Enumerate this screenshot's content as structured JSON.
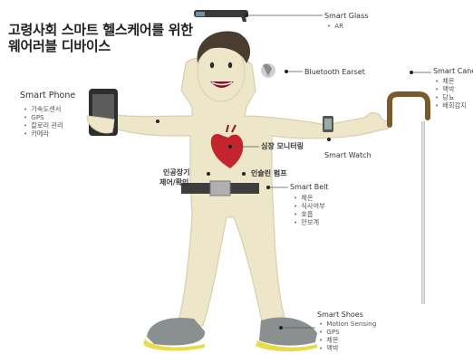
{
  "title": [
    "고령사회 스마트 헬스케어를 위한",
    "웨어러블 디바이스"
  ],
  "devices": {
    "smart_glass": {
      "name": "Smart Glass",
      "items": [
        "AR"
      ]
    },
    "bluetooth_earset": {
      "name": "Bluetooth Earset"
    },
    "smart_phone": {
      "name": "Smart Phone",
      "items": [
        "가속도센서",
        "GPS",
        "칼로리 관리",
        "카메라"
      ]
    },
    "smart_cane": {
      "name": "Smart Cane",
      "items": [
        "체온",
        "맥박",
        "당뇨",
        "배회감지"
      ]
    },
    "heart_monitor": {
      "name": "심장 모니터링"
    },
    "smart_watch": {
      "name": "Smart Watch"
    },
    "artificial_organ": {
      "name": [
        "인공장기",
        "제어/확인"
      ]
    },
    "insulin_pump": {
      "name": "인슐린 펌프"
    },
    "smart_belt": {
      "name": "Smart Belt",
      "items": [
        "체온",
        "식사여부",
        "호흡",
        "만보계"
      ]
    },
    "smart_shoes": {
      "name": "Smart Shoes",
      "items": [
        "Motion Sensing",
        "GPS",
        "체온",
        "맥박"
      ]
    }
  },
  "colors": {
    "skin": "#ede6c9",
    "skin_outline": "#d8cfae",
    "hair": "#4a3c2e",
    "heart": "#c4252c",
    "belt": "#3e3e3e",
    "shoe": "#8a8f8f",
    "shoe_sole": "#e8dc4a",
    "cane_handle": "#7a5a2c",
    "leader_line": "#555555"
  }
}
